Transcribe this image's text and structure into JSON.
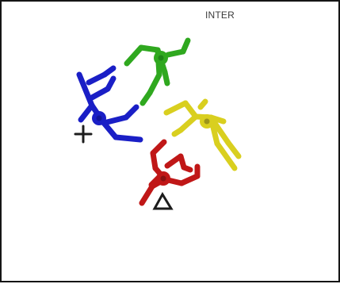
{
  "panel": {
    "title": "INTER"
  },
  "figures": [
    {
      "name": "green-figure",
      "color": "#2fa81f"
    },
    {
      "name": "blue-figure",
      "color": "#1a1fc6"
    },
    {
      "name": "yellow-figure",
      "color": "#d9cf1f"
    },
    {
      "name": "red-figure",
      "color": "#c01717"
    }
  ],
  "markers": {
    "plus": "+",
    "triangle": "triangle"
  }
}
